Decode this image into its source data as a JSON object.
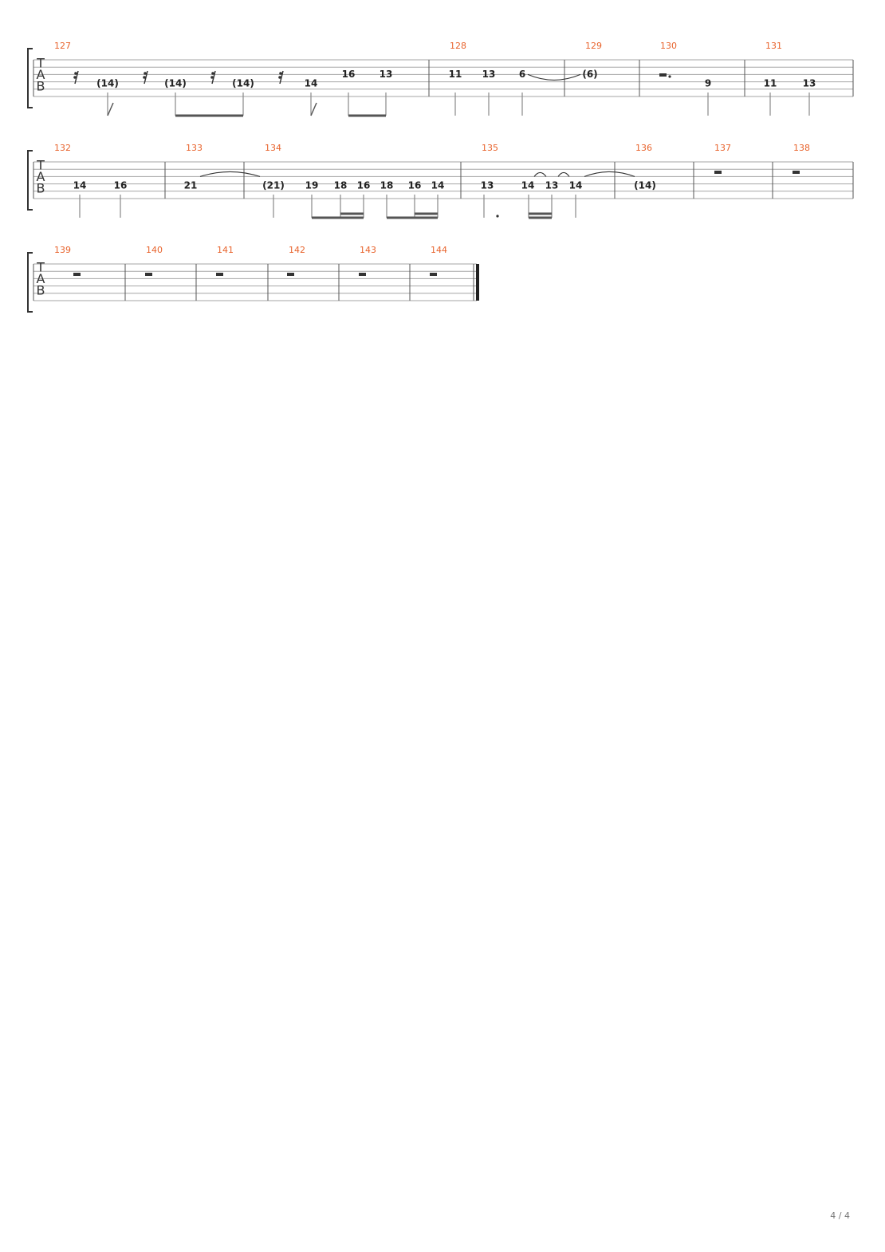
{
  "document": {
    "page_indicator": "4 / 4"
  },
  "clef": [
    "T",
    "A",
    "B"
  ],
  "systems": [
    {
      "measures": [
        {
          "number": "127",
          "events": [
            {
              "type": "rest16"
            },
            {
              "type": "note",
              "string": 3,
              "fret": "(14)"
            },
            {
              "type": "rest16"
            },
            {
              "type": "note",
              "string": 3,
              "fret": "(14)"
            },
            {
              "type": "rest16"
            },
            {
              "type": "note",
              "string": 3,
              "fret": "(14)"
            },
            {
              "type": "rest16"
            },
            {
              "type": "note",
              "string": 3,
              "fret": "14"
            },
            {
              "type": "note",
              "string": 2,
              "fret": "16"
            },
            {
              "type": "note",
              "string": 2,
              "fret": "13"
            }
          ]
        },
        {
          "number": "128",
          "events": [
            {
              "type": "note",
              "string": 2,
              "fret": "11"
            },
            {
              "type": "note",
              "string": 2,
              "fret": "13"
            },
            {
              "type": "note",
              "string": 2,
              "fret": "6",
              "tie_to_next": true
            }
          ]
        },
        {
          "number": "129",
          "events": [
            {
              "type": "note",
              "string": 2,
              "fret": "(6)"
            }
          ]
        },
        {
          "number": "130",
          "events": [
            {
              "type": "rest_dotted_half"
            },
            {
              "type": "note",
              "string": 3,
              "fret": "9"
            }
          ]
        },
        {
          "number": "131",
          "events": [
            {
              "type": "note",
              "string": 3,
              "fret": "11"
            },
            {
              "type": "note",
              "string": 3,
              "fret": "13"
            }
          ]
        }
      ]
    },
    {
      "measures": [
        {
          "number": "132",
          "events": [
            {
              "type": "note",
              "string": 3,
              "fret": "14"
            },
            {
              "type": "note",
              "string": 3,
              "fret": "16"
            }
          ]
        },
        {
          "number": "133",
          "events": [
            {
              "type": "note",
              "string": 3,
              "fret": "21",
              "tie_to_next": true
            }
          ]
        },
        {
          "number": "134",
          "events": [
            {
              "type": "note",
              "string": 3,
              "fret": "(21)"
            },
            {
              "type": "note",
              "string": 3,
              "fret": "19"
            },
            {
              "type": "note",
              "string": 3,
              "fret": "18"
            },
            {
              "type": "note",
              "string": 3,
              "fret": "16"
            },
            {
              "type": "note",
              "string": 3,
              "fret": "18"
            },
            {
              "type": "note",
              "string": 3,
              "fret": "16"
            },
            {
              "type": "note",
              "string": 3,
              "fret": "14"
            }
          ]
        },
        {
          "number": "135",
          "events": [
            {
              "type": "note",
              "string": 3,
              "fret": "13"
            },
            {
              "type": "note",
              "string": 3,
              "fret": "14"
            },
            {
              "type": "note",
              "string": 3,
              "fret": "13"
            },
            {
              "type": "note",
              "string": 3,
              "fret": "14"
            }
          ]
        },
        {
          "number": "136",
          "events": [
            {
              "type": "note",
              "string": 3,
              "fret": "(14)"
            }
          ]
        },
        {
          "number": "137",
          "events": [
            {
              "type": "rest_whole"
            }
          ]
        },
        {
          "number": "138",
          "events": [
            {
              "type": "rest_whole"
            }
          ]
        }
      ]
    },
    {
      "measures": [
        {
          "number": "139",
          "events": [
            {
              "type": "rest_whole"
            }
          ]
        },
        {
          "number": "140",
          "events": [
            {
              "type": "rest_whole"
            }
          ]
        },
        {
          "number": "141",
          "events": [
            {
              "type": "rest_whole"
            }
          ]
        },
        {
          "number": "142",
          "events": [
            {
              "type": "rest_whole"
            }
          ]
        },
        {
          "number": "143",
          "events": [
            {
              "type": "rest_whole"
            }
          ]
        },
        {
          "number": "144",
          "events": [
            {
              "type": "rest_whole"
            }
          ]
        }
      ]
    }
  ]
}
